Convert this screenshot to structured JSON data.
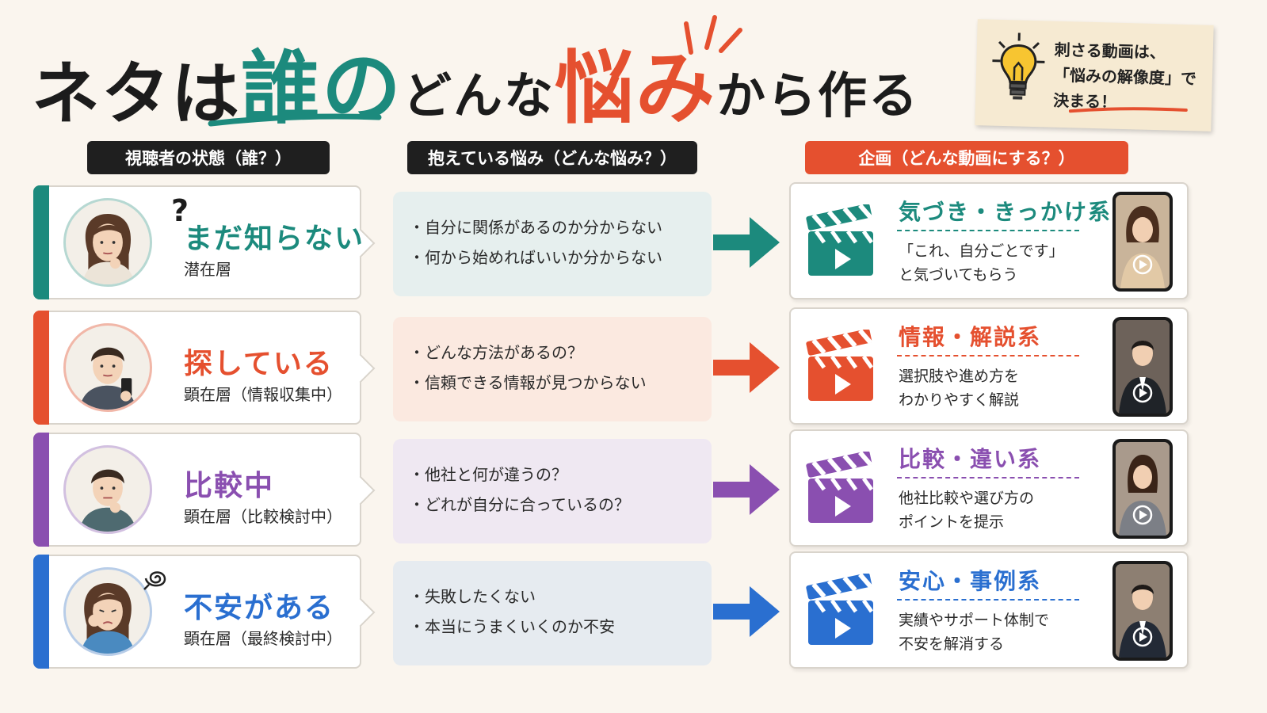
{
  "title": {
    "part1": "ネタは",
    "part2": "誰の",
    "part3": "どんな",
    "part4": "悩み",
    "part5": "から作る"
  },
  "note": {
    "line1": "刺さる動画は、",
    "line2": "「悩みの解像度」で",
    "line3": "決まる！"
  },
  "columns": {
    "viewer": "視聴者の状態（誰？）",
    "worry": "抱えている悩み（どんな悩み？）",
    "plan": "企画（どんな動画にする？）"
  },
  "colors": {
    "teal": "#1c8a7d",
    "red": "#e5502f",
    "purple": "#8a4fb0",
    "blue": "#2a6fd0"
  },
  "rows": [
    {
      "state": "まだ知らない",
      "layer": "潜在層",
      "worries": [
        "自分に関係があるのか分からない",
        "何から始めればいいか分からない"
      ],
      "plan_title": "気づき・きっかけ系",
      "plan_desc": [
        "「これ、自分ごとです」",
        "と気づいてもらう"
      ],
      "avatar_icon": "thinking-woman-icon"
    },
    {
      "state": "探している",
      "layer": "顕在層（情報収集中）",
      "worries": [
        "どんな方法があるの？",
        "信頼できる情報が見つからない"
      ],
      "plan_title": "情報・解説系",
      "plan_desc": [
        "選択肢や進め方を",
        "わかりやすく解説"
      ],
      "avatar_icon": "man-with-phone-icon"
    },
    {
      "state": "比較中",
      "layer": "顕在層（比較検討中）",
      "worries": [
        "他社と何が違うの？",
        "どれが自分に合っているの？"
      ],
      "plan_title": "比較・違い系",
      "plan_desc": [
        "他社比較や選び方の",
        "ポイントを提示"
      ],
      "avatar_icon": "pondering-man-icon"
    },
    {
      "state": "不安がある",
      "layer": "顕在層（最終検討中）",
      "worries": [
        "失敗したくない",
        "本当にうまくいくのか不安"
      ],
      "plan_title": "安心・事例系",
      "plan_desc": [
        "実績やサポート体制で",
        "不安を解消する"
      ],
      "avatar_icon": "worried-woman-icon"
    }
  ]
}
